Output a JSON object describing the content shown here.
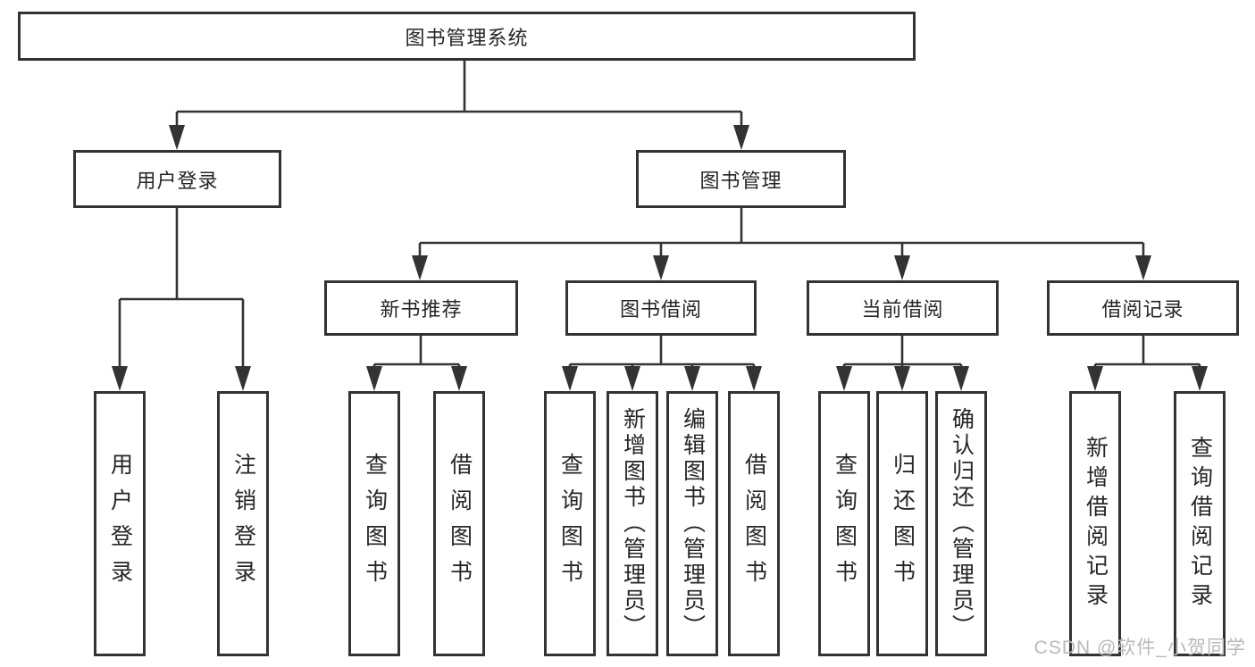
{
  "diagram": {
    "root": "图书管理系统",
    "level2": {
      "user_login": "用户登录",
      "book_mgmt": "图书管理"
    },
    "level3": {
      "new_books": "新书推荐",
      "book_borrow": "图书借阅",
      "current_borrow": "当前借阅",
      "borrow_records": "借阅记录"
    },
    "leaves": {
      "user": [
        "用户登录",
        "注销登录"
      ],
      "recommend": [
        "查询图书",
        "借阅图书"
      ],
      "borrow": [
        "查询图书",
        "新增图书（管理员）",
        "编辑图书（管理员）",
        "借阅图书"
      ],
      "current": [
        "查询图书",
        "归还图书",
        "确认归还（管理员）"
      ],
      "records": [
        "新增借阅记录",
        "查询借阅记录"
      ]
    }
  },
  "watermark": "CSDN @软件_小贺同学",
  "colors": {
    "line": "#333333",
    "text": "#262626",
    "watermark": "#b9b9b9",
    "background": "#ffffff"
  }
}
